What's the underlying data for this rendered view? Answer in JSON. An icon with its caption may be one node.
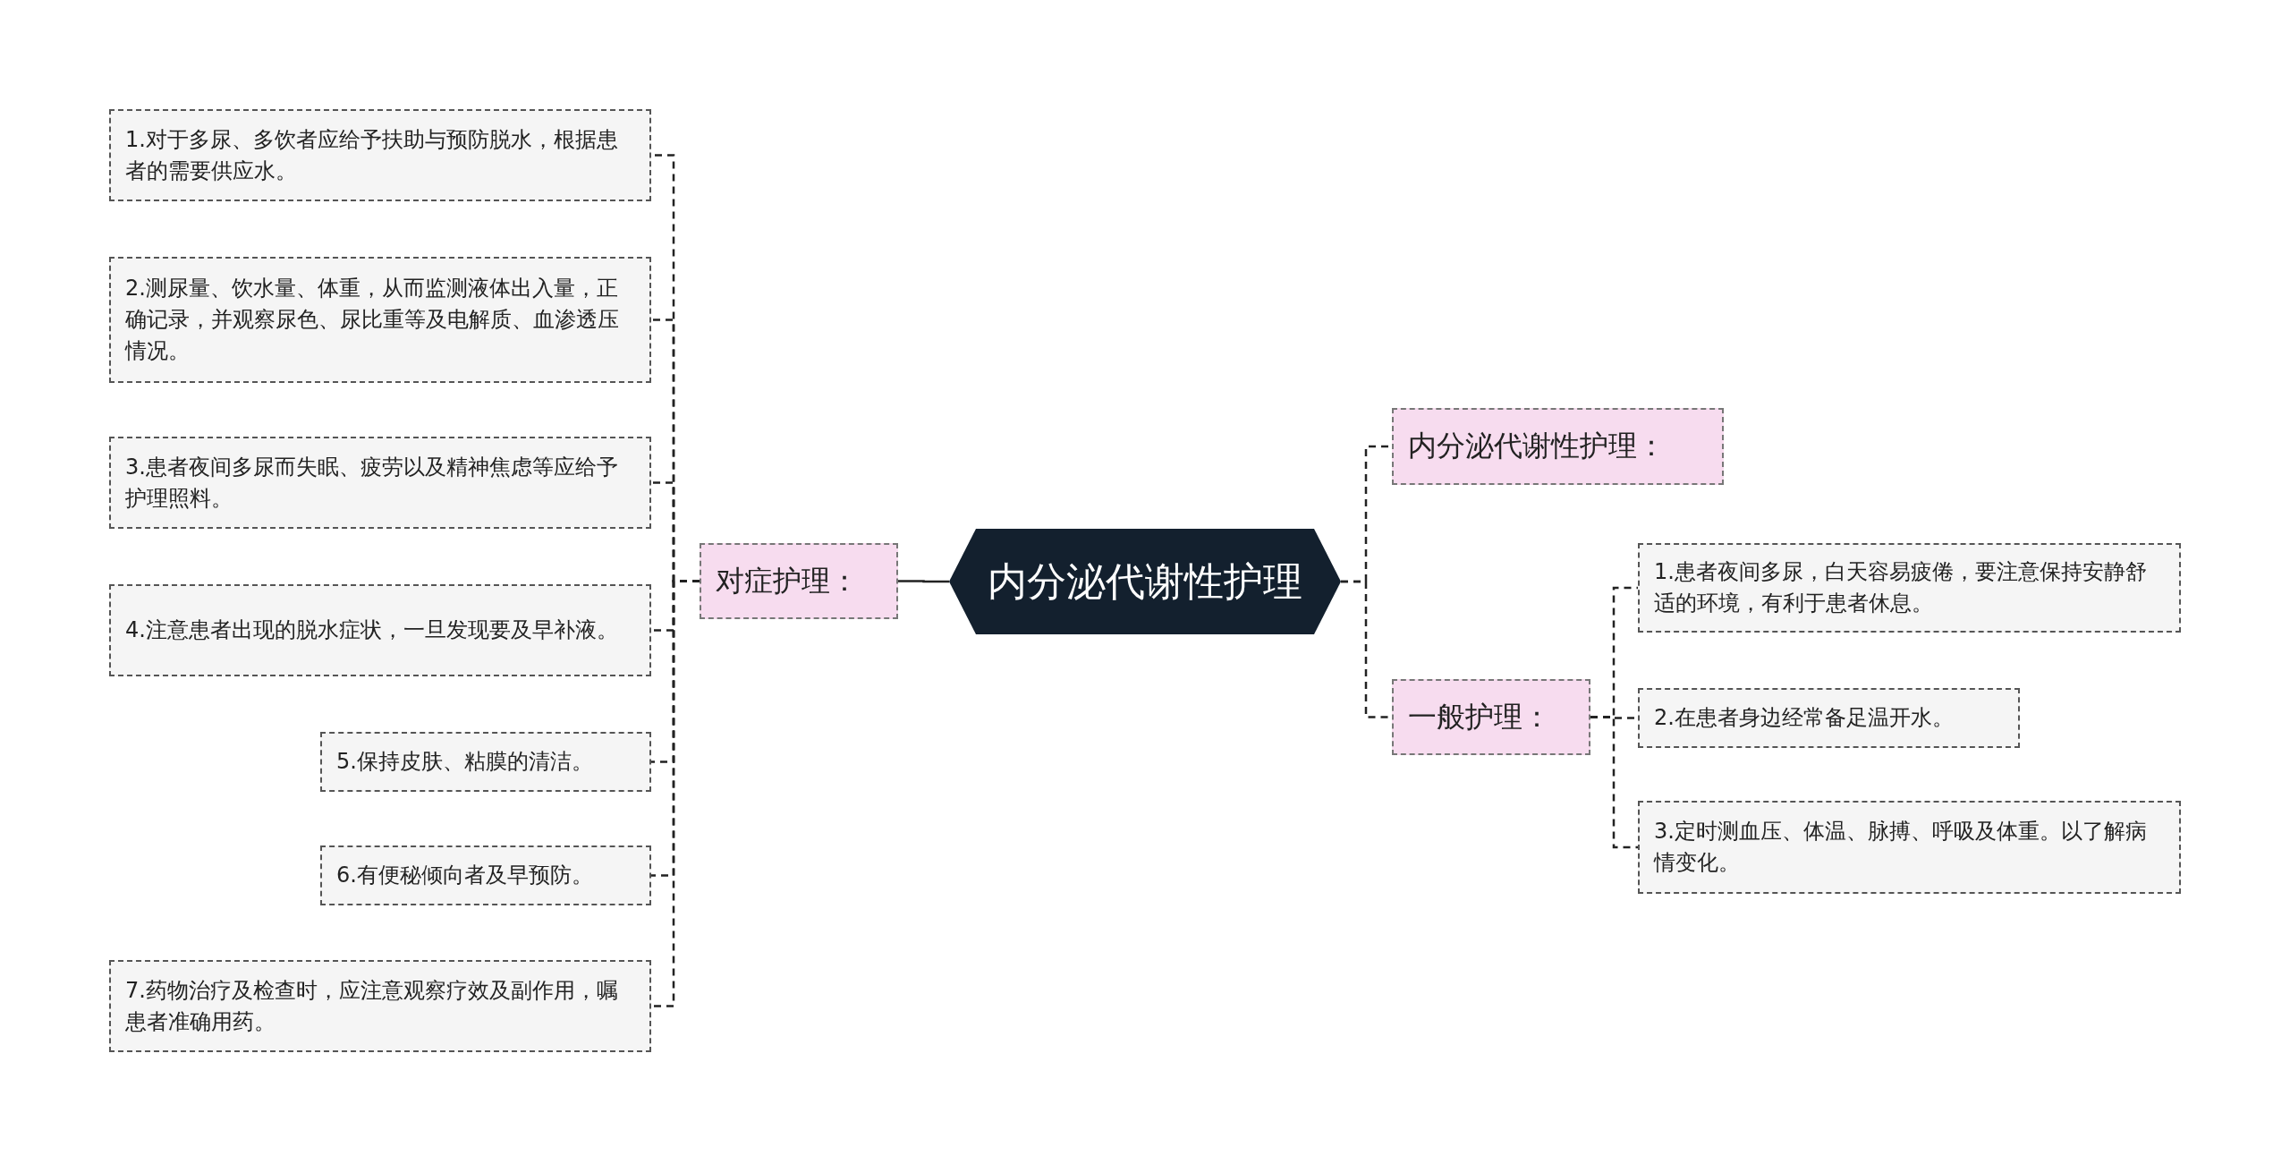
{
  "diagram": {
    "nodes": [
      {
        "text": [
          "内分泌代谢性护理"
        ]
      },
      {
        "text": [
          "对症护理："
        ]
      },
      {
        "text": [
          "1.对于多尿、多饮者应给予扶助与预防脱水，根据患者的需要供应水。"
        ]
      },
      {
        "text": [
          "2.测尿量、饮水量、体重，从而监测液体出入量，正确记录，并观察尿色、尿比重等及电解质、血渗透压情况。"
        ]
      },
      {
        "text": [
          "3.患者夜间多尿而失眠、疲劳以及精神焦虑等应给予护理照料。"
        ]
      },
      {
        "text": [
          "4.注意患者出现的脱水症状，一旦发现要及早补液。"
        ]
      },
      {
        "text": [
          "5.保持皮肤、粘膜的清洁。"
        ]
      },
      {
        "text": [
          "6.有便秘倾向者及早预防。"
        ]
      },
      {
        "text": [
          "7.药物治疗及检查时，应注意观察疗效及副作用，嘱患者准确用药。"
        ]
      },
      {
        "text": [
          "内分泌代谢性护理："
        ]
      },
      {
        "text": [
          "一般护理："
        ]
      },
      {
        "text": [
          "1.患者夜间多尿，白天容易疲倦，要注意保持安静舒适的环境，有利于患者休息。"
        ]
      },
      {
        "text": [
          "2.在患者身边经常备足温开水。"
        ]
      },
      {
        "text": [
          "3.定时测血压、体温、脉搏、呼吸及体重。以了解病情变化。"
        ]
      }
    ],
    "edges": [
      {
        "from": 0,
        "to": 1,
        "arrow": "none"
      },
      {
        "from": 1,
        "to": 2,
        "arrow": "none",
        "style": "dashed"
      },
      {
        "from": 1,
        "to": 3,
        "arrow": "none",
        "style": "dashed"
      },
      {
        "from": 1,
        "to": 4,
        "arrow": "none",
        "style": "dashed"
      },
      {
        "from": 1,
        "to": 5,
        "arrow": "none",
        "style": "dashed"
      },
      {
        "from": 1,
        "to": 6,
        "arrow": "none",
        "style": "dashed"
      },
      {
        "from": 1,
        "to": 7,
        "arrow": "none",
        "style": "dashed"
      },
      {
        "from": 1,
        "to": 8,
        "arrow": "none",
        "style": "dashed"
      },
      {
        "from": 0,
        "to": 9,
        "arrow": "none",
        "style": "dashed"
      },
      {
        "from": 0,
        "to": 10,
        "arrow": "none",
        "style": "dashed"
      },
      {
        "from": 10,
        "to": 11,
        "arrow": "none",
        "style": "dashed"
      },
      {
        "from": 10,
        "to": 12,
        "arrow": "none",
        "style": "dashed"
      },
      {
        "from": 10,
        "to": 13,
        "arrow": "none",
        "style": "dashed"
      }
    ]
  }
}
